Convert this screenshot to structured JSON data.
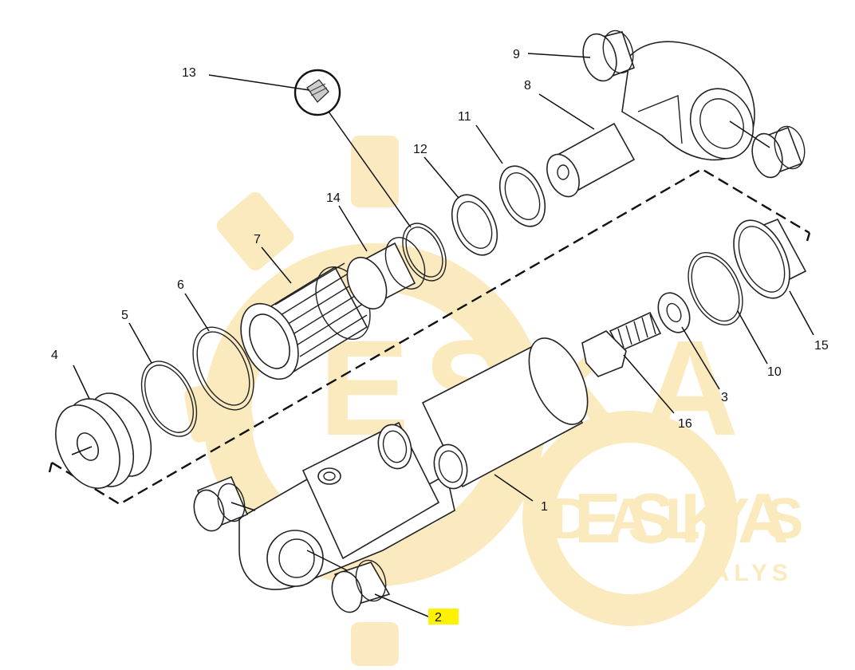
{
  "diagram": {
    "callouts": [
      "1",
      "2",
      "3",
      "4",
      "5",
      "6",
      "7",
      "8",
      "9",
      "10",
      "11",
      "12",
      "13",
      "14",
      "15",
      "16"
    ],
    "highlighted_callout": "2",
    "highlight_color": "#fff200",
    "line_color": "#111111"
  },
  "watermark": {
    "brand_large": "ESKA",
    "brand_small": "ESKA",
    "sub_large": "DALYS",
    "sub_small": "DALYS",
    "color": "#f7d98a"
  }
}
